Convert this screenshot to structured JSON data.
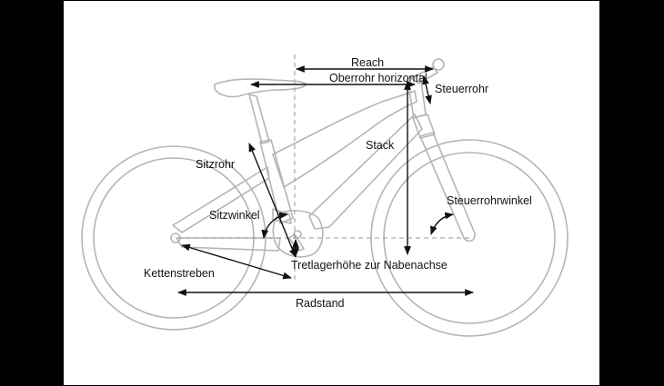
{
  "labels": {
    "reach": "Reach",
    "top_tube_horizontal": "Oberrohr horizontal",
    "head_tube": "Steuerrohr",
    "stack": "Stack",
    "seat_tube": "Sitzrohr",
    "head_tube_angle": "Steuerrohrwinkel",
    "seat_angle": "Sitzwinkel",
    "bb_height": "Tretlagerhöhe zur Nabenachse",
    "chainstays": "Kettenstreben",
    "wheelbase": "Radstand"
  },
  "colors": {
    "background": "#000000",
    "canvas": "#ffffff",
    "bike_outline": "#b5b5b5",
    "measure": "#111111",
    "guide": "#999999"
  }
}
